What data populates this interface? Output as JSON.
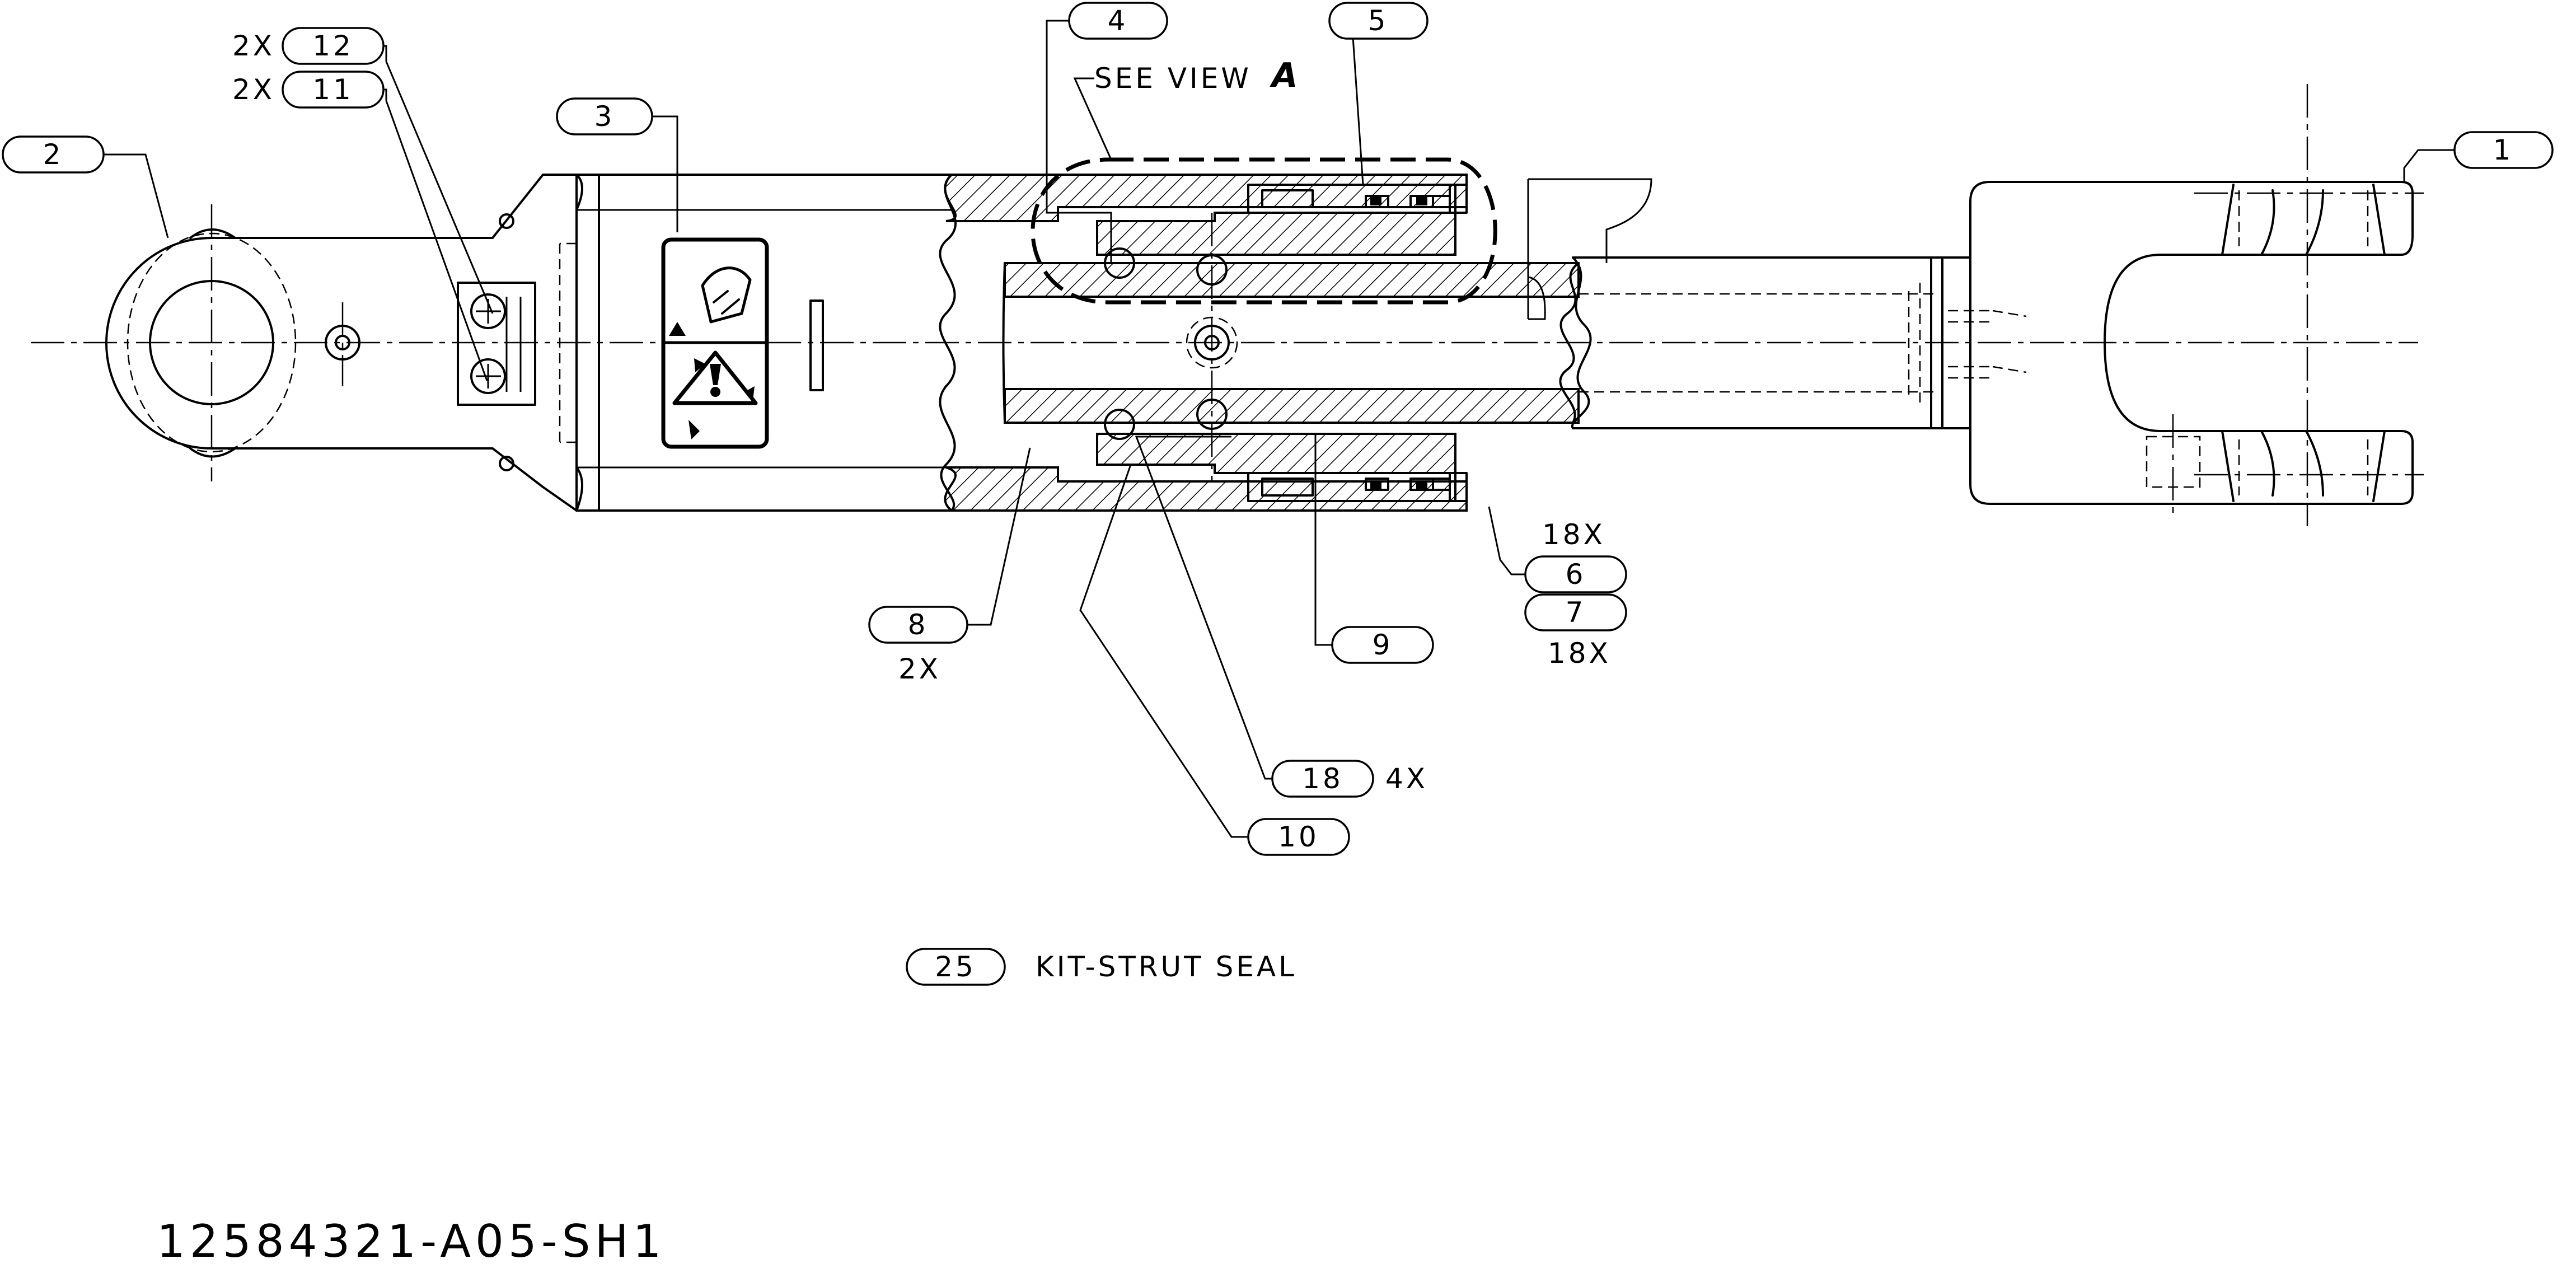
{
  "balloons": [
    {
      "id": "b1",
      "label": "1"
    },
    {
      "id": "b2",
      "label": "2"
    },
    {
      "id": "b3",
      "label": "3"
    },
    {
      "id": "b4",
      "label": "4"
    },
    {
      "id": "b5",
      "label": "5"
    },
    {
      "id": "b6",
      "label": "6"
    },
    {
      "id": "b7",
      "label": "7"
    },
    {
      "id": "b8",
      "label": "8"
    },
    {
      "id": "b9",
      "label": "9"
    },
    {
      "id": "b10",
      "label": "10"
    },
    {
      "id": "b11",
      "label": "11"
    },
    {
      "id": "b12",
      "label": "12"
    },
    {
      "id": "b18",
      "label": "18"
    },
    {
      "id": "b25",
      "label": "25"
    }
  ],
  "quantities": {
    "q12": "2X",
    "q11": "2X",
    "q8": "2X",
    "q6": "18X",
    "q7": "18X",
    "q18": "4X"
  },
  "notes": {
    "see_view": "SEE VIEW",
    "view_letter": "A",
    "kit_label": "KIT-STRUT SEAL"
  },
  "drawing_number": "12584321-A05-SH1"
}
